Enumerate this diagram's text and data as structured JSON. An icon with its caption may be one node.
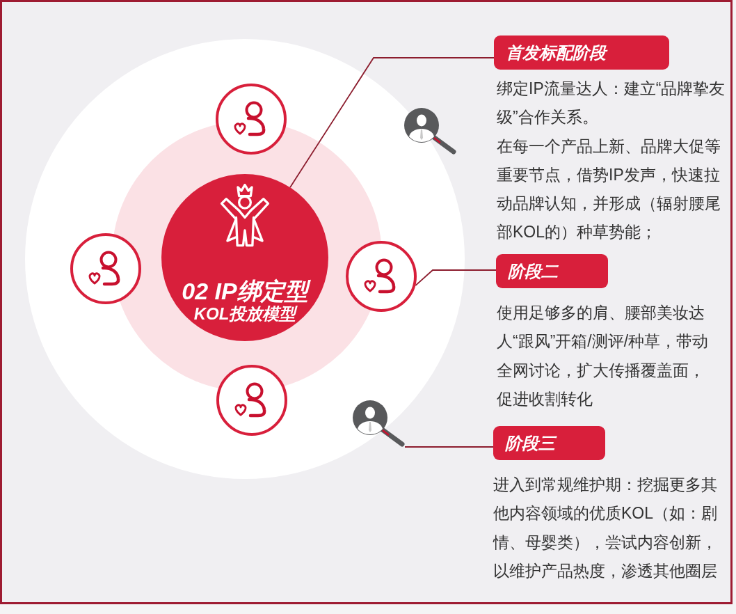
{
  "diagram": {
    "nodes": [
      {
        "text": [
          "02 IP绑定型",
          "KOL投放模型"
        ]
      },
      {
        "text": [],
        "shape": "circle"
      },
      {
        "text": [],
        "shape": "circle"
      },
      {
        "text": [],
        "shape": "circle"
      },
      {
        "text": [],
        "shape": "circle"
      },
      {
        "text": [],
        "shape": "picture"
      },
      {
        "text": [
          "首发标配阶段"
        ],
        "beside": [
          "绑定IP流量达人：建立“品牌挚友级”合作关系。",
          "在每一个产品上新、品牌大促等重要节点，借势IP发声，快速拉动品牌认知，并形成（辐射腰尾部KOL的）种草势能；"
        ]
      },
      {
        "text": [
          "阶段二"
        ],
        "beside": [
          "使用足够多的肩、腰部美妆达人“跟风”开箱/测评/种草，带动全网讨论，扩大传播覆盖面，促进收割转化"
        ]
      },
      {
        "text": [
          "阶段三"
        ],
        "beside": [
          "进入到常规维护期：挖掘更多其他内容领域的优质KOL（如：剧情、母婴类），尝试内容创新，以维护产品热度，渗透其他圈层"
        ]
      }
    ],
    "edges": [
      {
        "from": 0,
        "to": 6,
        "arrow": "none"
      },
      {
        "from": 3,
        "to": 7,
        "arrow": "none"
      },
      {
        "from": 5,
        "to": 8,
        "arrow": "none"
      }
    ]
  }
}
